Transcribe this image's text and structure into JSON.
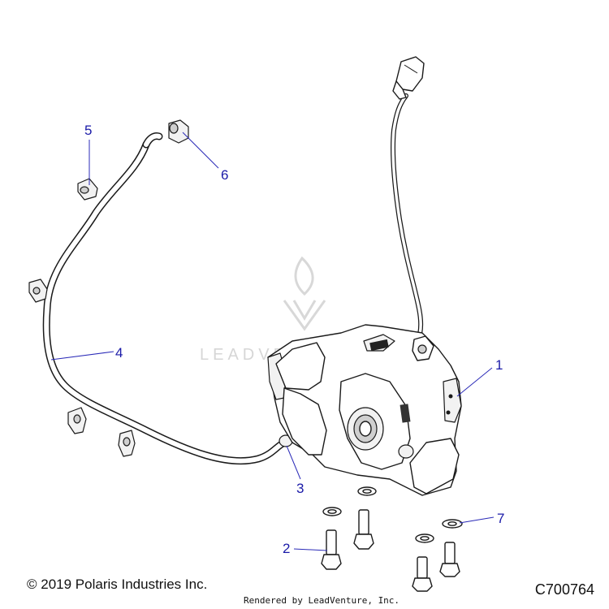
{
  "callouts": [
    {
      "number": "1"
    },
    {
      "number": "2"
    },
    {
      "number": "3"
    },
    {
      "number": "4"
    },
    {
      "number": "5"
    },
    {
      "number": "6"
    },
    {
      "number": "7"
    }
  ],
  "watermark": {
    "brand_text": "LEADVENTURE"
  },
  "footer": {
    "copyright": "© 2019 Polaris Industries Inc.",
    "diagram_id": "C700764",
    "rendered_by": "Rendered by LeadVenture, Inc."
  },
  "colors": {
    "callout": "#1a1aa8",
    "line_art": "#1a1a1a",
    "background": "#ffffff"
  }
}
